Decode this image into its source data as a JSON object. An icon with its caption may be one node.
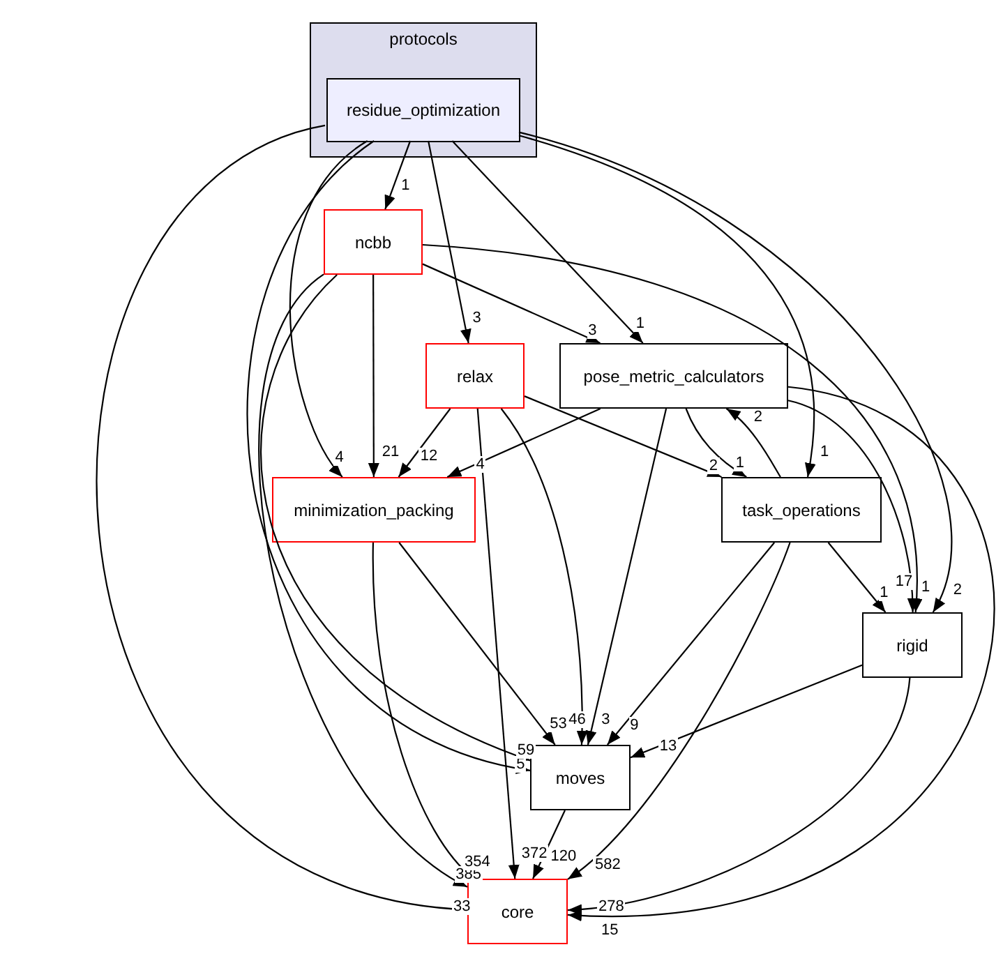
{
  "diagram": {
    "nodes": [
      {
        "text": [
          "protocols"
        ]
      },
      {
        "text": [
          "residue_optimization"
        ],
        "in": 0
      },
      {
        "text": [
          "ncbb"
        ]
      },
      {
        "text": [
          "relax"
        ]
      },
      {
        "text": [
          "pose_metric_calculators"
        ]
      },
      {
        "text": [
          "minimization_packing"
        ]
      },
      {
        "text": [
          "task_operations"
        ]
      },
      {
        "text": [
          "rigid"
        ]
      },
      {
        "text": [
          "moves"
        ]
      },
      {
        "text": [
          "core"
        ]
      }
    ],
    "edges": [
      {
        "from": 1,
        "to": 2,
        "arrow": "to",
        "label": "1"
      },
      {
        "from": 1,
        "to": 3,
        "arrow": "to",
        "label": "3"
      },
      {
        "from": 1,
        "to": 4,
        "arrow": "to",
        "label": "1"
      },
      {
        "from": 1,
        "to": 5,
        "arrow": "to",
        "label": "4"
      },
      {
        "from": 1,
        "to": 6,
        "arrow": "to",
        "label": "1"
      },
      {
        "from": 1,
        "to": 7,
        "arrow": "to",
        "label": "2"
      },
      {
        "from": 1,
        "to": 9,
        "arrow": "to",
        "label": "33"
      },
      {
        "from": 1,
        "to": 8,
        "arrow": "to",
        "label": "5"
      },
      {
        "from": 2,
        "to": 4,
        "arrow": "to",
        "label": "3"
      },
      {
        "from": 2,
        "to": 5,
        "arrow": "to",
        "label": "21"
      },
      {
        "from": 2,
        "to": 7,
        "arrow": "to",
        "label": "17"
      },
      {
        "from": 2,
        "to": 8,
        "arrow": "to",
        "label": "59"
      },
      {
        "from": 2,
        "to": 9,
        "arrow": "to",
        "label": "385"
      },
      {
        "from": 3,
        "to": 5,
        "arrow": "to",
        "label": "12"
      },
      {
        "from": 3,
        "to": 6,
        "arrow": "to",
        "label": "2"
      },
      {
        "from": 3,
        "to": 8,
        "arrow": "to",
        "label": "46"
      },
      {
        "from": 3,
        "to": 9,
        "arrow": "to",
        "label": "372"
      },
      {
        "from": 4,
        "to": 5,
        "arrow": "to",
        "label": "4"
      },
      {
        "from": 4,
        "to": 6,
        "arrow": "to",
        "label": "1"
      },
      {
        "from": 6,
        "to": 4,
        "arrow": "to",
        "label": "2"
      },
      {
        "from": 4,
        "to": 7,
        "arrow": "to",
        "label": "1"
      },
      {
        "from": 4,
        "to": 8,
        "arrow": "to",
        "label": "3"
      },
      {
        "from": 4,
        "to": 9,
        "arrow": "to",
        "label": "15"
      },
      {
        "from": 5,
        "to": 8,
        "arrow": "to",
        "label": "53"
      },
      {
        "from": 5,
        "to": 9,
        "arrow": "to",
        "label": "354"
      },
      {
        "from": 6,
        "to": 8,
        "arrow": "to",
        "label": "9"
      },
      {
        "from": 6,
        "to": 9,
        "arrow": "to",
        "label": "582"
      },
      {
        "from": 6,
        "to": 7,
        "arrow": "to",
        "label": "1"
      },
      {
        "from": 7,
        "to": 8,
        "arrow": "to",
        "label": "13"
      },
      {
        "from": 7,
        "to": 9,
        "arrow": "to",
        "label": "278"
      },
      {
        "from": 8,
        "to": 9,
        "arrow": "to",
        "label": "120"
      }
    ]
  }
}
